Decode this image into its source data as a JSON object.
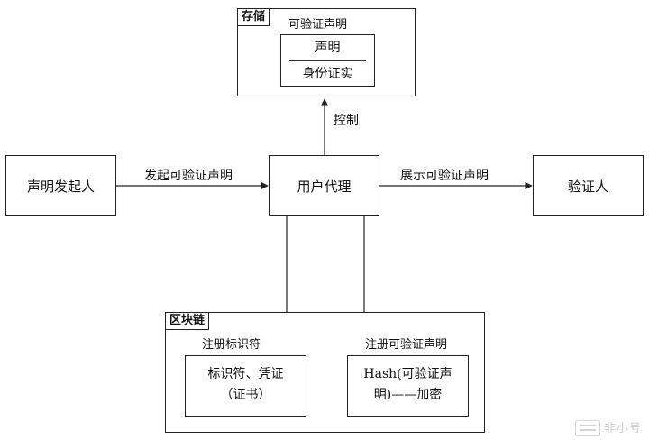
{
  "storage": {
    "tag": "存储",
    "title": "可验证声明",
    "inner_top": "声明",
    "inner_bottom": "身份证实"
  },
  "edges": {
    "control": "控制",
    "initiate": "发起可验证声明",
    "present": "展示可验证声明",
    "register_id": "注册标识符",
    "register_claim": "注册可验证声明"
  },
  "nodes": {
    "issuer": "声明发起人",
    "agent": "用户代理",
    "verifier": "验证人"
  },
  "blockchain": {
    "tag": "区块链",
    "left_line1": "标识符、凭证",
    "left_line2": "（证书）",
    "right_line1": "Hash(可验证声",
    "right_line2": "明)——加密"
  },
  "watermark": "非小号"
}
